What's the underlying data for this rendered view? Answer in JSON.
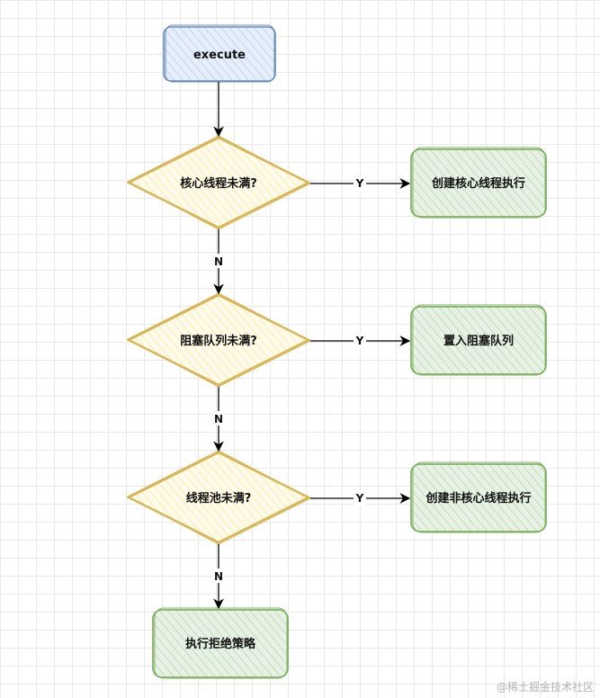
{
  "nodes": {
    "start": "execute",
    "check_core": "核心线程未满?",
    "check_queue": "阻塞队列未满?",
    "check_pool": "线程池未满?",
    "create_core": "创建核心线程执行",
    "enqueue": "置入阻塞队列",
    "create_noncore": "创建非核心线程执行",
    "reject": "执行拒绝策略"
  },
  "edges": {
    "yes": "Y",
    "no": "N"
  },
  "watermark": "@稀土掘金技术社区",
  "colors": {
    "start_fill": "#dae8fc",
    "start_stroke": "#6c8ebf",
    "decision_fill": "#fff2cc",
    "decision_stroke": "#d6b656",
    "action_fill": "#d5e8d4",
    "action_stroke": "#82b366"
  }
}
